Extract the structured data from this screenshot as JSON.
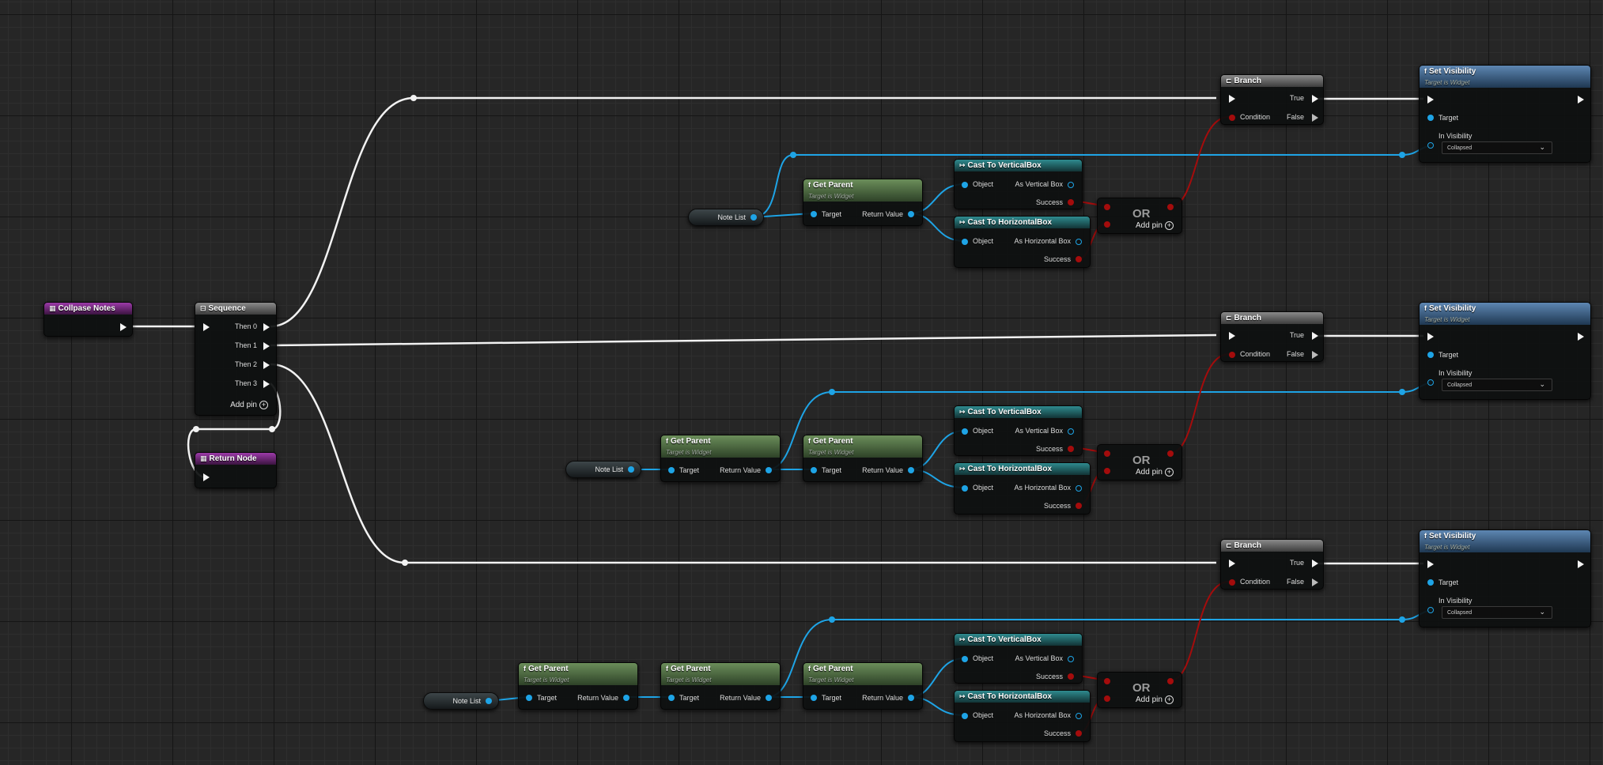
{
  "event": {
    "title": "Collpase Notes"
  },
  "sequence": {
    "title": "Sequence",
    "pins": [
      "Then 0",
      "Then 1",
      "Then 2",
      "Then 3"
    ],
    "add_pin": "Add pin"
  },
  "return_node": {
    "title": "Return Node"
  },
  "variable": {
    "label": "Note List"
  },
  "get_parent": {
    "title": "Get Parent",
    "subtitle": "Target is Widget",
    "input": "Target",
    "output": "Return Value"
  },
  "cast_vertical": {
    "title": "Cast To VerticalBox",
    "input": "Object",
    "output": "As Vertical Box",
    "success": "Success"
  },
  "cast_horizontal": {
    "title": "Cast To HorizontalBox",
    "input": "Object",
    "output": "As Horizontal Box",
    "success": "Success"
  },
  "or_node": {
    "title": "OR",
    "add_pin": "Add pin"
  },
  "branch": {
    "title": "Branch",
    "condition": "Condition",
    "true": "True",
    "false": "False"
  },
  "set_visibility": {
    "title": "Set Visibility",
    "subtitle": "Target is Widget",
    "target": "Target",
    "in_visibility": "In Visibility",
    "value": "Collapsed"
  },
  "icons": {
    "function": "f",
    "branch": "branch-icon",
    "sequence": "sequence-icon",
    "cast": "cast-icon",
    "event": "event-icon",
    "add": "plus-circle-icon"
  },
  "colors": {
    "exec_wire": "#ffffff",
    "object_wire": "#1ea4e6",
    "bool_wire": "#a40c0c",
    "function_header": "#6b8e5a",
    "cast_header": "#2f8b8f",
    "set_header": "#5d86b2",
    "event_header": "#9c3aa8"
  }
}
